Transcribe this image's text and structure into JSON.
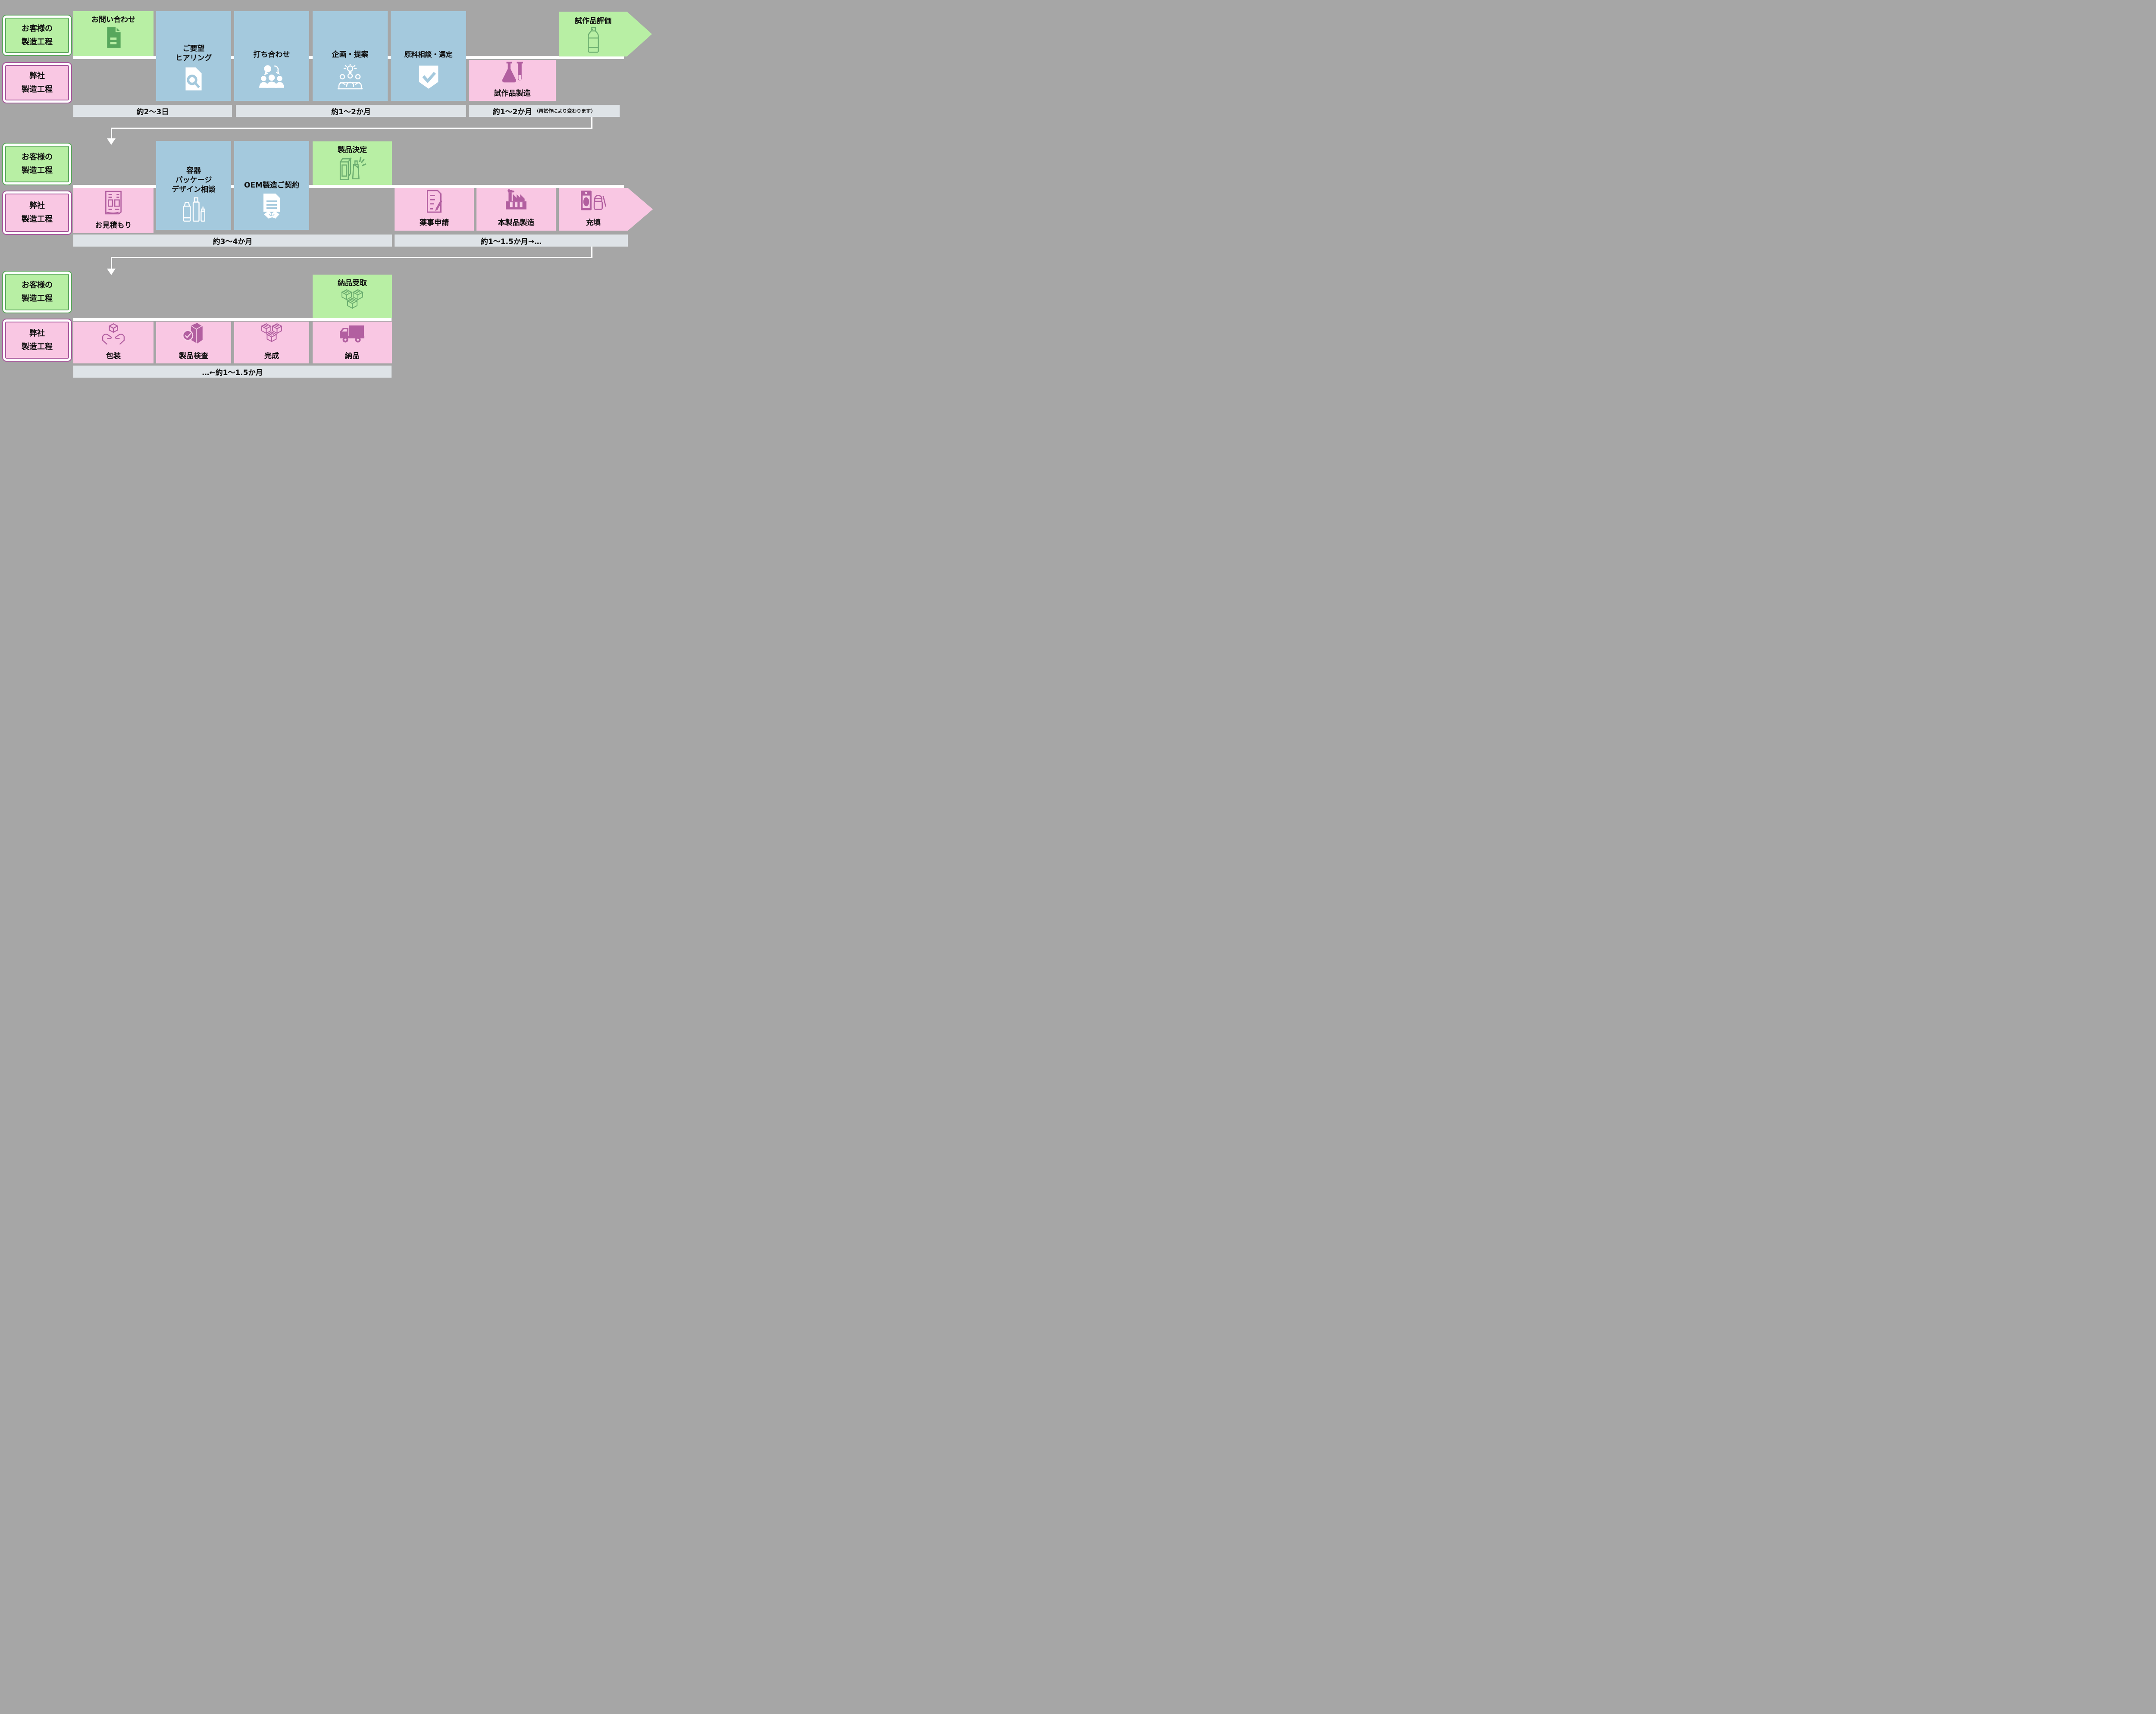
{
  "colors": {
    "background": "#a6a6a6",
    "green_box": "#b8efa4",
    "green_border": "#5fa95f",
    "pink_box": "#f9c7e3",
    "pink_border": "#a85a9d",
    "blue_box": "#a4c9dd",
    "timeline_bar": "#dee3e7",
    "magenta_icon": "#b25fa0",
    "green_icon": "#6cae70",
    "text": "#0f0f0f",
    "white": "#ffffff"
  },
  "lanes": {
    "customer_line1": "お客様の",
    "customer_line2": "製造工程",
    "company_line1": "弊社",
    "company_line2": "製造工程"
  },
  "steps": {
    "inquiry": "お問い合わせ",
    "hearing_line1": "ご要望",
    "hearing_line2": "ヒアリング",
    "meeting": "打ち合わせ",
    "planning": "企画・提案",
    "raw_material": "原料相談・選定",
    "prototype_mfg": "試作品製造",
    "prototype_eval": "試作品評価",
    "estimate": "お見積もり",
    "package_line1": "容器",
    "package_line2": "パッケージ",
    "package_line3": "デザイン相談",
    "oem_contract": "OEM製造ご契約",
    "product_decision": "製品決定",
    "regulatory": "薬事申請",
    "main_mfg": "本製品製造",
    "filling": "充填",
    "packaging": "包装",
    "inspection": "製品検査",
    "completion": "完成",
    "delivery": "納品",
    "delivery_receipt": "納品受取"
  },
  "timelines": {
    "step1": "約2〜3日",
    "step2": "約1〜2か月",
    "step3": "約1〜2か月",
    "step3_note": "（再試作により変わります）",
    "step4": "約3〜4か月",
    "step5": "約1〜1.5か月→…",
    "step6": "…←約1〜1.5か月"
  },
  "icons": {
    "inquiry": "document-icon",
    "hearing": "document-search-icon",
    "meeting": "people-chat-icon",
    "planning": "idea-meeting-icon",
    "raw_material": "shield-check-icon",
    "prototype_mfg": "flask-icon",
    "prototype_eval": "bottle-icon",
    "estimate": "quotation-sheet-icon",
    "package": "cosmetics-containers-icon",
    "oem_contract": "contract-handshake-icon",
    "product_decision": "product-box-bottle-icon",
    "regulatory": "document-pencil-icon",
    "main_mfg": "factory-icon",
    "filling": "cosmetics-packaging-icon",
    "packaging": "hands-box-icon",
    "inspection": "box-check-icon",
    "completion": "stacked-boxes-icon",
    "delivery": "truck-icon",
    "delivery_receipt": "stacked-boxes-icon"
  }
}
